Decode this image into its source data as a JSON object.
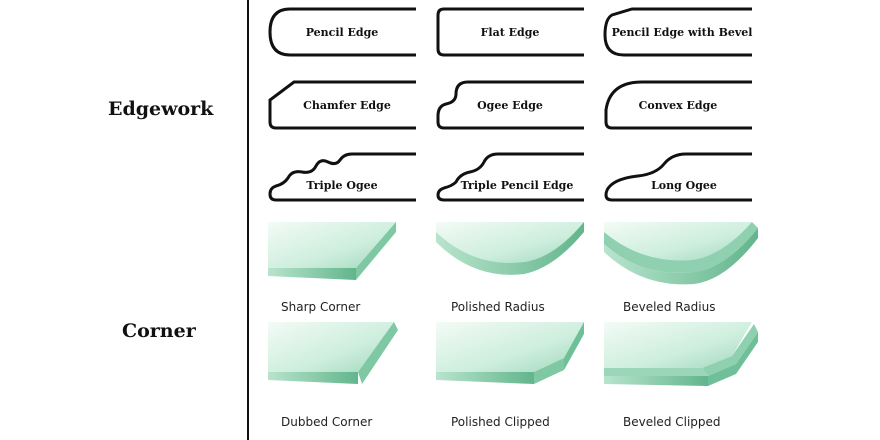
{
  "sections": {
    "edgework": "Edgework",
    "corner": "Corner"
  },
  "edges": [
    {
      "label": "Pencil Edge"
    },
    {
      "label": "Flat Edge"
    },
    {
      "label": "Pencil Edge with Bevel"
    },
    {
      "label": "Chamfer Edge"
    },
    {
      "label": "Ogee Edge"
    },
    {
      "label": "Convex Edge"
    },
    {
      "label": "Triple Ogee"
    },
    {
      "label": "Triple Pencil Edge"
    },
    {
      "label": "Long Ogee"
    }
  ],
  "corners": [
    {
      "label": "Sharp Corner"
    },
    {
      "label": "Polished Radius"
    },
    {
      "label": "Beveled Radius"
    },
    {
      "label": "Dubbed Corner"
    },
    {
      "label": "Polished Clipped"
    },
    {
      "label": "Beveled Clipped"
    }
  ],
  "colors": {
    "glass_light": "#e9f7ef",
    "glass_mid": "#a9dcc3",
    "glass_edge": "#6fbf98",
    "outline": "#111111"
  }
}
